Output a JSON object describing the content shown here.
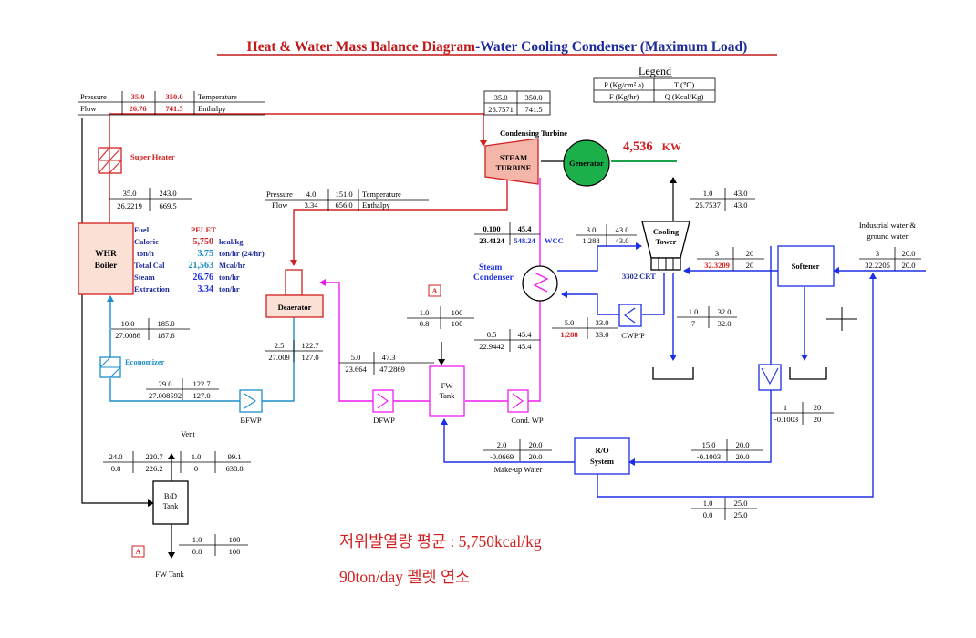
{
  "title": {
    "part1": "Heat & Water Mass Balance Diagram",
    "part2": "-Water Cooling Condenser (Maximum Load)"
  },
  "legend": {
    "title": "Legend",
    "p": "P (Kg/cm².a)",
    "t": "T (℃)",
    "f": "F (Kg/hr)",
    "q": "Q (Kcal/Kg)"
  },
  "main_steam": {
    "pressure_label": "Pressure",
    "flow_label": "Flow",
    "pressure": "35.0",
    "temperature": "350.0",
    "flow": "26.76",
    "enthalpy": "741.5",
    "temperature_label": "Temperature",
    "enthalpy_label": "Enthalpy"
  },
  "turbine_inlet": {
    "p": "35.0",
    "t": "350.0",
    "f": "26.7571",
    "q": "741.5"
  },
  "condensing_turbine_label": "Condensing Turbine",
  "steam_turbine_label": [
    "STEAM",
    "TURBINE"
  ],
  "generator_label": "Generator",
  "power": {
    "value": "4,536",
    "unit": "KW"
  },
  "super_heater_label": "Super Heater",
  "boiler_outlet": {
    "p": "35.0",
    "t": "243.0",
    "f": "26.2219",
    "q": "669.5"
  },
  "extraction": {
    "pressure_label": "Pressure",
    "flow_label": "Flow",
    "p": "4.0",
    "t": "151.0",
    "f": "3.34",
    "q": "656.0",
    "temperature_label": "Temperature",
    "enthalpy_label": "Enthalpy"
  },
  "whr_boiler_label": [
    "WHR",
    "Boiler"
  ],
  "fuel_info": {
    "rows": [
      {
        "label": "Fuel",
        "value": "PELET",
        "unit": ""
      },
      {
        "label": "Calorie",
        "value": "5,750",
        "unit": "kcal/kg"
      },
      {
        "label": "ton/h",
        "value": "3.75",
        "unit": "ton/hr (24/hr)"
      },
      {
        "label": "Total Cal",
        "value": "21,563",
        "unit": "Mcal/hr"
      },
      {
        "label": "Steam",
        "value": "26.76",
        "unit": "ton/hr"
      },
      {
        "label": "Extraction",
        "value": "3.34",
        "unit": "ton/hr"
      }
    ]
  },
  "exhaust": {
    "p": "0.100",
    "t": "45.4",
    "f": "23.4124",
    "q": "548.24",
    "wcc": "WCC"
  },
  "steam_condenser_label": [
    "Steam",
    "Condenser"
  ],
  "cooling_tower_label": [
    "Cooling",
    "Tower"
  ],
  "cooling_water_in": {
    "p": "3.0",
    "t": "43.0",
    "f": "1,288",
    "q": "43.0"
  },
  "tower_makeup": {
    "p": "1.0",
    "t": "43.0",
    "f": "25.7537",
    "q": "43.0"
  },
  "crt_label": "3302 CRT",
  "softener_out": {
    "p": "3",
    "t": "20",
    "f": "32.3209",
    "q": "20"
  },
  "softener_label": "Softener",
  "industrial_water": {
    "label": [
      "Industrial water &",
      "ground water"
    ],
    "p": "3",
    "t": "20.0",
    "f": "32.2205",
    "q": "20.0"
  },
  "deaerator_label": "Deaerator",
  "a_marker": "A",
  "fw_tank_top": {
    "p": "1.0",
    "t": "100",
    "f": "0.8",
    "q": "100"
  },
  "condensate": {
    "p": "0.5",
    "t": "45.4",
    "f": "22.9442",
    "q": "45.4"
  },
  "cwp_stream": {
    "p": "5.0",
    "t": "33.0",
    "f": "1,288",
    "q": "33.0"
  },
  "cwp_label": "CWP/P",
  "cooling_return": {
    "p": "1.0",
    "t": "32.0",
    "f": "7",
    "q": "32.0"
  },
  "eco_in": {
    "p": "10.0",
    "t": "185.0",
    "f": "27.0086",
    "q": "187.6"
  },
  "economizer_label": "Economizer",
  "bfwp_stream": {
    "p": "29.0",
    "t": "122.7",
    "f": "27.008592",
    "q": "127.0"
  },
  "bfwp_label": "BFWP",
  "deaerator_out": {
    "p": "2.5",
    "t": "122.7",
    "f": "27.009",
    "q": "127.0"
  },
  "dfwp_stream": {
    "p": "5.0",
    "t": "47.3",
    "f": "23.664",
    "q": "47.2869"
  },
  "dfwp_label": "DFWP",
  "fw_tank_label": [
    "FW",
    "Tank"
  ],
  "cond_wp_label": "Cond. WP",
  "ro_label": [
    "R/O",
    "System"
  ],
  "softener_bleed": {
    "p": "1",
    "t": "20",
    "f": "-0.1003",
    "q": "20"
  },
  "ro_in": {
    "p": "15.0",
    "t": "20.0",
    "f": "-0.1003",
    "q": "20.0"
  },
  "makeup_water": {
    "p": "2.0",
    "t": "20.0",
    "f": "-0.0669",
    "q": "20.0",
    "label": "Make-up Water"
  },
  "ro_reject": {
    "p": "1.0",
    "t": "25.0",
    "f": "0.0",
    "q": "25.0"
  },
  "vent_label": "Vent",
  "blowdown": {
    "p1": "24.0",
    "t1": "220.7",
    "p2": "1.0",
    "t2": "99.1",
    "f1": "0.8",
    "q1": "226.2",
    "f2": "0",
    "q2": "638.8"
  },
  "bd_tank_label": [
    "B/D",
    "Tank"
  ],
  "bd_out": {
    "p": "1.0",
    "t": "100",
    "f": "0.8",
    "q": "100"
  },
  "fw_tank_bottom_label": "FW Tank",
  "korean_note_1": "저위발열량 평균 : 5,750kcal/kg",
  "korean_note_2": "90ton/day 펠렛 연소",
  "colors": {
    "red": "#d22020",
    "dark_red": "#c01818",
    "blue": "#1c2ee6",
    "navy": "#1f2b9a",
    "magenta": "#f21cf2",
    "cyan_blue": "#1c8ec8",
    "green": "#1ca04a",
    "black": "#000000"
  }
}
